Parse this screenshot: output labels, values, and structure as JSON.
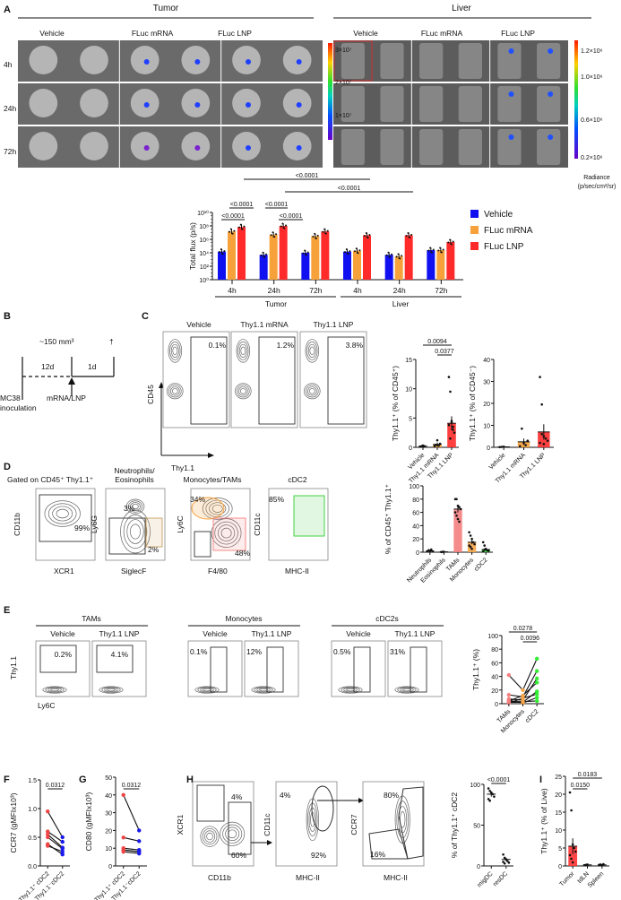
{
  "panels": {
    "A": "A",
    "B": "B",
    "C": "C",
    "D": "D",
    "E": "E",
    "F": "F",
    "G": "G",
    "H": "H",
    "I": "I"
  },
  "panelA": {
    "tumor_title": "Tumor",
    "liver_title": "Liver",
    "groups": [
      "Vehicle",
      "FLuc mRNA",
      "FLuc LNP"
    ],
    "timepoints": [
      "4h",
      "24h",
      "72h"
    ],
    "tumor_colorbar_ticks": [
      "3×10⁷",
      "2×10⁷",
      "1×10⁷"
    ],
    "liver_colorbar_ticks": [
      "1.2×10⁶",
      "1.0×10⁶",
      "0.6×10⁶",
      "0.2×10⁶"
    ],
    "radiance_label": "Radiance",
    "radiance_unit": "(p/sec/cm²/sr)"
  },
  "chart_data": [
    {
      "id": "A",
      "type": "bar",
      "ylabel": "Total flux (p/s)",
      "yscale": "log",
      "ylim": [
        1,
        10000000000
      ],
      "yticks": [
        "10⁰",
        "10²",
        "10⁴",
        "10⁶",
        "10⁸",
        "10¹⁰"
      ],
      "categories": [
        "4h",
        "24h",
        "72h",
        "4h",
        "24h",
        "72h"
      ],
      "category_groups": [
        "Tumor",
        "Liver"
      ],
      "series": [
        {
          "name": "Vehicle",
          "color": "#1010f0",
          "values": [
            15000,
            5000,
            10000,
            15000,
            5000,
            25000
          ]
        },
        {
          "name": "FLuc mRNA",
          "color": "#f7a13a",
          "values": [
            15000000,
            5000000,
            3000000,
            20000,
            3000,
            25000
          ]
        },
        {
          "name": "FLuc LNP",
          "color": "#ff2b2b",
          "values": [
            70000000,
            100000000,
            15000000,
            4000000,
            4000000,
            400000
          ]
        }
      ],
      "significance": [
        "<0.0001",
        "<0.0001",
        "<0.0001",
        "<0.0001",
        "<0.0001",
        "<0.0001"
      ]
    },
    {
      "id": "C1",
      "type": "bar",
      "ylabel": "Thy1.1⁺ (% of CD45⁺)",
      "ylim": [
        0,
        15
      ],
      "yticks": [
        "0",
        "5",
        "10",
        "15"
      ],
      "categories": [
        "Vehicle",
        "Thy1.1 mRNA",
        "Thy1.1 LNP"
      ],
      "values": [
        0.2,
        0.5,
        4.1
      ],
      "errors": [
        0.1,
        0.3,
        1.2
      ],
      "points": [
        [
          0.1,
          0.2,
          0.3,
          0.2
        ],
        [
          0.2,
          0.4,
          1.2,
          0.3,
          0.6
        ],
        [
          12,
          9.5,
          4.2,
          3.5,
          2.5,
          3.8,
          1.5,
          4.5,
          3
        ]
      ],
      "colors": [
        "#222222",
        "#f7a13a",
        "#ff2b2b"
      ],
      "significance": [
        "0.0094",
        "0.0377"
      ]
    },
    {
      "id": "C2",
      "type": "bar",
      "ylabel": "Thy1.1⁺ (% of CD45⁻)",
      "ylim": [
        0,
        40
      ],
      "yticks": [
        "0",
        "10",
        "20",
        "30",
        "40"
      ],
      "categories": [
        "Vehicle",
        "Thy1.1 mRNA",
        "Thy1.1 LNP"
      ],
      "values": [
        0.2,
        2.5,
        7
      ],
      "errors": [
        0.1,
        1.5,
        3.5
      ],
      "points": [
        [
          0.1,
          0.2,
          0.3
        ],
        [
          0.5,
          8.5,
          2,
          1,
          3
        ],
        [
          32,
          19.5,
          5,
          4,
          3,
          2,
          6,
          1.5
        ]
      ],
      "colors": [
        "#222222",
        "#f7a13a",
        "#ff2b2b"
      ]
    },
    {
      "id": "D",
      "type": "bar",
      "ylabel": "% of CD45⁺ Thy1.1⁺",
      "ylim": [
        0,
        100
      ],
      "yticks": [
        "0",
        "20",
        "40",
        "60",
        "80",
        "100"
      ],
      "categories": [
        "Neutrophils",
        "Eosinophils",
        "TAMs",
        "Monocytes",
        "cDC2"
      ],
      "values": [
        2,
        0.5,
        65,
        15,
        4
      ],
      "errors": [
        1,
        0.3,
        5,
        3,
        1.5
      ],
      "points": [
        [
          1,
          3,
          2,
          4,
          1
        ],
        [
          0.3,
          0.5,
          0.6
        ],
        [
          80,
          80,
          70,
          68,
          65,
          60,
          55,
          50,
          46
        ],
        [
          30,
          25,
          20,
          15,
          12,
          10,
          8,
          5
        ],
        [
          15,
          10,
          5,
          3,
          2,
          1,
          4
        ]
      ],
      "colors": [
        "#222222",
        "#222222",
        "#f47f7f",
        "#f7a64a",
        "#33cc33"
      ]
    },
    {
      "id": "E",
      "type": "paired",
      "ylabel": "Thy1.1⁺ (%)",
      "ylim": [
        0,
        100
      ],
      "yticks": [
        "0",
        "20",
        "40",
        "60",
        "80",
        "100"
      ],
      "categories": [
        "TAMs",
        "Monocytes",
        "cDC2"
      ],
      "colors": [
        "#f47f7f",
        "#f7a64a",
        "#33ee33"
      ],
      "series": [
        [
          42,
          20,
          66
        ],
        [
          13,
          10,
          48
        ],
        [
          7,
          5,
          37
        ],
        [
          4,
          12,
          31
        ],
        [
          2,
          2,
          18
        ],
        [
          1,
          8,
          14
        ],
        [
          5,
          1,
          9
        ],
        [
          3,
          3,
          4
        ]
      ],
      "significance": [
        "0.0278",
        "0.0096"
      ]
    },
    {
      "id": "F",
      "type": "paired",
      "ylabel": "CCR7 (gMFIx10³)",
      "ylim": [
        0,
        1.5
      ],
      "yticks": [
        "0.0",
        "0.5",
        "1.0",
        "1.5"
      ],
      "categories": [
        "Thy1.1⁺ cDC2",
        "Thy1.1⁻cDC2"
      ],
      "colors": [
        "#ee4444",
        "#1a1aee"
      ],
      "series": [
        [
          0.95,
          0.5
        ],
        [
          0.6,
          0.42
        ],
        [
          0.55,
          0.32
        ],
        [
          0.5,
          0.3
        ],
        [
          0.38,
          0.2
        ],
        [
          0.35,
          0.25
        ]
      ],
      "significance": [
        "0.0312"
      ]
    },
    {
      "id": "G",
      "type": "paired",
      "ylabel": "CD80 (gMFIx10³)",
      "ylim": [
        0,
        50
      ],
      "yticks": [
        "0",
        "10",
        "20",
        "30",
        "40",
        "50"
      ],
      "categories": [
        "Thy1.1⁺ cDC2",
        "Thy1.1⁻cDC2"
      ],
      "colors": [
        "#ee4444",
        "#1a1aee"
      ],
      "series": [
        [
          40,
          20
        ],
        [
          16,
          14
        ],
        [
          10,
          9
        ],
        [
          9,
          8
        ],
        [
          9,
          8
        ],
        [
          8,
          7
        ]
      ],
      "significance": [
        "0.0312"
      ]
    },
    {
      "id": "H",
      "type": "bar",
      "ylabel": "% of Thy1.1⁺ cDC2",
      "ylim": [
        0,
        100
      ],
      "yticks": [
        "0",
        "50",
        "100"
      ],
      "categories": [
        "migDC",
        "resDC"
      ],
      "values": [
        88,
        8
      ],
      "errors": [
        3,
        2
      ],
      "points": [
        [
          95,
          92,
          90,
          88,
          85,
          82,
          80
        ],
        [
          14,
          10,
          8,
          6,
          4,
          5,
          3
        ]
      ],
      "colors": [
        "#222222",
        "#222222"
      ],
      "significance": [
        "<0.0001"
      ]
    },
    {
      "id": "I",
      "type": "bar",
      "ylabel": "Thy1.1⁺ (% of Live)",
      "ylim": [
        0,
        25
      ],
      "yticks": [
        "0",
        "5",
        "10",
        "15",
        "20",
        "25"
      ],
      "categories": [
        "Tumor",
        "tdLN",
        "Spleen"
      ],
      "values": [
        5.5,
        0.3,
        0.3
      ],
      "errors": [
        2.2,
        0.1,
        0.1
      ],
      "points": [
        [
          20.5,
          15.5,
          6,
          5,
          4,
          3,
          2,
          1
        ],
        [
          0.2,
          0.3,
          0.4
        ],
        [
          0.3,
          0.4,
          0.2,
          0.5
        ]
      ],
      "colors": [
        "#ff3333",
        "#222222",
        "#222222"
      ],
      "significance": [
        "0.0150",
        "0.0183"
      ]
    }
  ],
  "panelB": {
    "volume": "~150 mm³",
    "dagger": "†",
    "interval1": "12d",
    "interval2": "1d",
    "start_line1": "MC38",
    "start_line2": "inoculation",
    "treatment": "mRNA/LNP"
  },
  "panelC": {
    "groups": [
      "Vehicle",
      "Thy1.1 mRNA",
      "Thy1.1 LNP"
    ],
    "percents": [
      "0.1%",
      "1.2%",
      "3.8%"
    ],
    "y_axis": "CD45",
    "x_axis": "Thy1.1"
  },
  "panelD": {
    "gate_label": "Gated on CD45⁺ Thy1.1⁺",
    "plot_titles": [
      "Neutrophils/",
      "Eosinophils",
      "Monocytes/TAMs",
      "cDC2"
    ],
    "plot1": {
      "y": "CD11b",
      "x": "XCR1",
      "pct": "99%"
    },
    "plot2": {
      "y": "Ly6G",
      "x": "SiglecF",
      "pct1": "3%",
      "pct2": "2%"
    },
    "plot3": {
      "y": "Ly6C",
      "x": "F4/80",
      "pct1": "34%",
      "pct2": "48%"
    },
    "plot4": {
      "y": "CD11c",
      "x": "MHC-II",
      "pct": "85%"
    }
  },
  "panelE": {
    "populations": [
      "TAMs",
      "Monocytes",
      "cDC2s"
    ],
    "conditions": [
      "Vehicle",
      "Thy1.1 LNP"
    ],
    "percents": [
      "0.2%",
      "4.1%",
      "0.1%",
      "12%",
      "0.5%",
      "31%"
    ],
    "y_axis": "Thy1.1",
    "x_axis": "Ly6C"
  },
  "panelH": {
    "plot1": {
      "y": "XCR1",
      "x": "CD11b",
      "pct1": "4%",
      "pct2": "60%"
    },
    "plot2": {
      "y": "CD11c",
      "x": "MHC-II",
      "pct1": "4%",
      "pct2": "92%"
    },
    "plot3": {
      "y": "CCR7",
      "x": "MHC-II",
      "pct1": "80%",
      "pct2": "16%"
    }
  }
}
